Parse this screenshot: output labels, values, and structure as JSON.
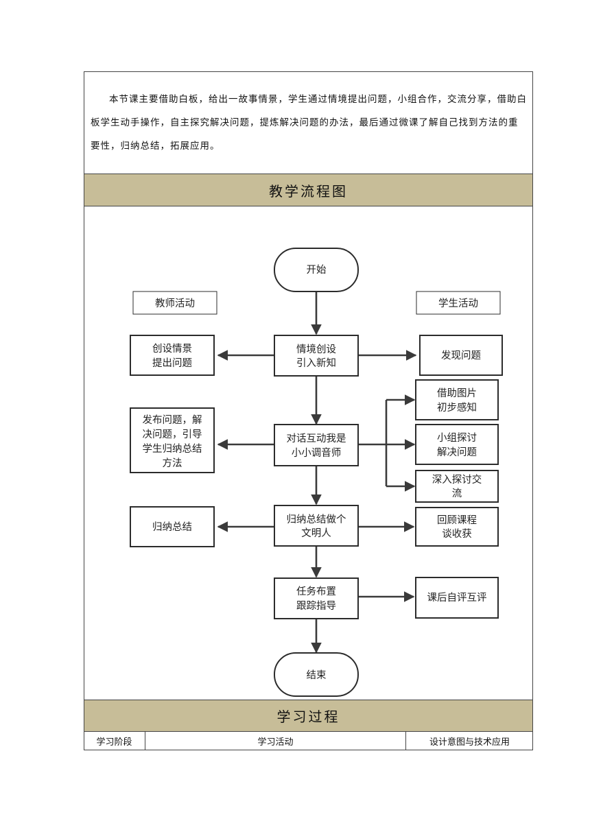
{
  "intro": {
    "text": "本节课主要借助白板，给出一故事情景，学生通过情境提出问题，小组合作，交流分享，借助白板学生动手操作，自主探究解决问题，提炼解决问题的办法，最后通过微课了解自己找到方法的重要性，归纳总结，拓展应用。"
  },
  "flowchart_section": {
    "title": "教学流程图"
  },
  "flowchart": {
    "start": "开始",
    "end": "结束",
    "teacher_label": "教师活动",
    "student_label": "学生活动",
    "center": [
      [
        "情境创设",
        "引入新知"
      ],
      [
        "对话互动我是",
        "小小调音师"
      ],
      [
        "归纳总结做个",
        "文明人"
      ],
      [
        "任务布置",
        "跟踪指导"
      ]
    ],
    "left": [
      [
        "创设情景",
        "提出问题"
      ],
      [
        "发布问题，解",
        "决问题，引导",
        "学生归纳总结",
        "方法"
      ],
      [
        "归纳总结"
      ]
    ],
    "right": [
      [
        "发现问题"
      ],
      [
        "借助图片",
        "初步感知"
      ],
      [
        "小组探讨",
        "解决问题"
      ],
      [
        "深入探讨交",
        "流"
      ],
      [
        "回顾课程",
        "谈收获"
      ],
      [
        "课后自评互评"
      ]
    ]
  },
  "process_section": {
    "title": "学习过程"
  },
  "process_table": {
    "headers": [
      "学习阶段",
      "学习活动",
      "设计意图与技术应用"
    ]
  }
}
